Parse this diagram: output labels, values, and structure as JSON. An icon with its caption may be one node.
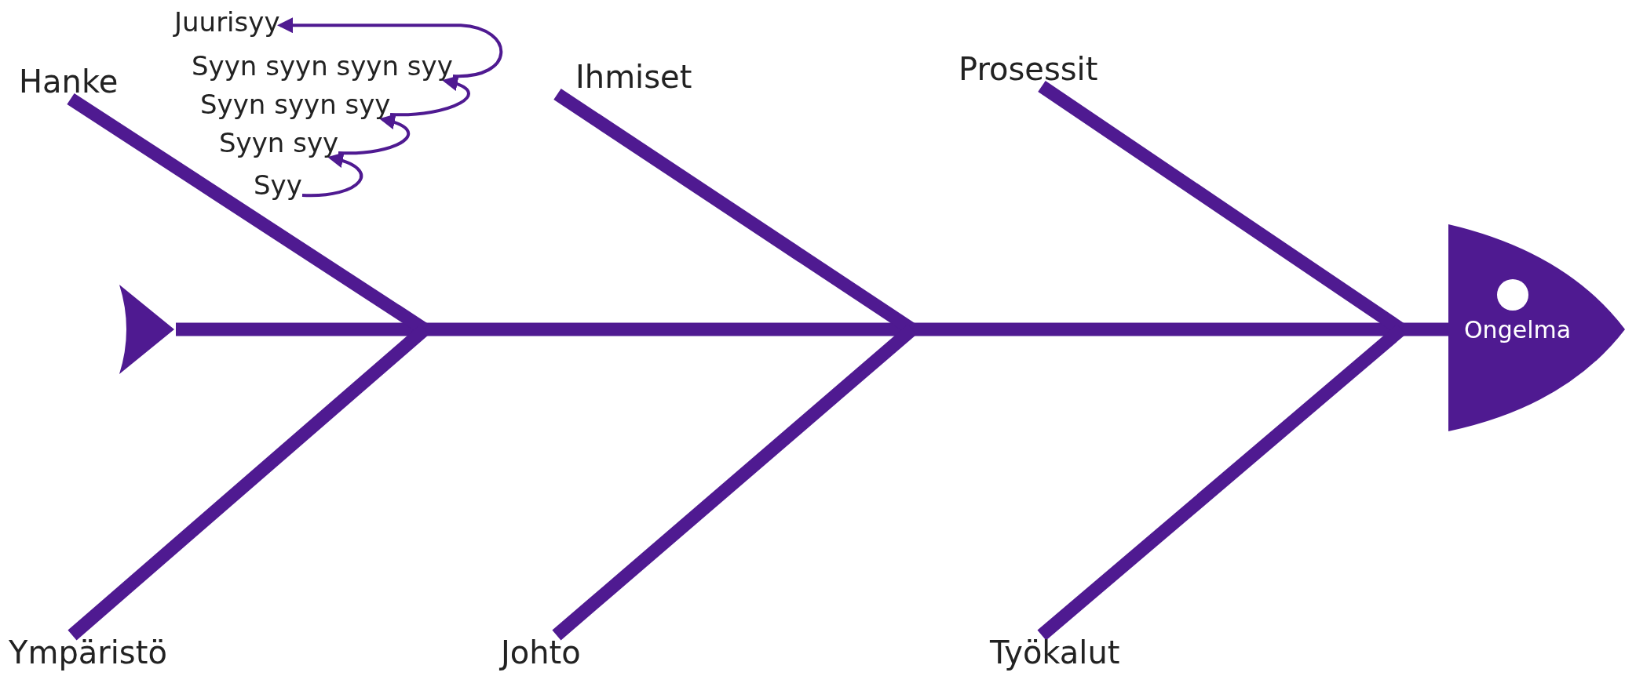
{
  "diagram": {
    "nodes": [
      {
        "text": [
          "Juurisyy"
        ]
      },
      {
        "text": [
          "Syyn syyn syyn syy"
        ]
      },
      {
        "text": [
          "Hanke"
        ]
      },
      {
        "text": [
          "Ihmiset"
        ]
      },
      {
        "text": [
          "Prosessit"
        ]
      },
      {
        "text": [
          "Syyn syyn syy"
        ]
      },
      {
        "text": [
          "Syyn syy"
        ]
      },
      {
        "text": [
          "Syy"
        ]
      },
      {
        "text": [],
        "shape": "triangle"
      },
      {
        "text": [
          "Ongelma"
        ]
      },
      {
        "text": [
          "Ympäristö"
        ]
      },
      {
        "text": [
          "Johto"
        ]
      },
      {
        "text": [
          "Työkalut"
        ]
      }
    ],
    "edges": [
      {
        "from": 8,
        "to": 9,
        "arrow": "none"
      },
      {
        "from": 2,
        "to": null,
        "arrow": "none"
      },
      {
        "from": 3,
        "to": null,
        "arrow": "none"
      },
      {
        "from": 4,
        "to": null,
        "arrow": "none"
      },
      {
        "from": 10,
        "to": null,
        "arrow": "none"
      },
      {
        "from": 11,
        "to": null,
        "arrow": "none"
      },
      {
        "from": 12,
        "to": null,
        "arrow": "none"
      },
      {
        "from": 7,
        "to": 6,
        "arrow": "to"
      },
      {
        "from": 6,
        "to": 5,
        "arrow": "to"
      },
      {
        "from": 5,
        "to": 1,
        "arrow": "to"
      },
      {
        "from": 1,
        "to": 0,
        "arrow": "to"
      }
    ]
  }
}
